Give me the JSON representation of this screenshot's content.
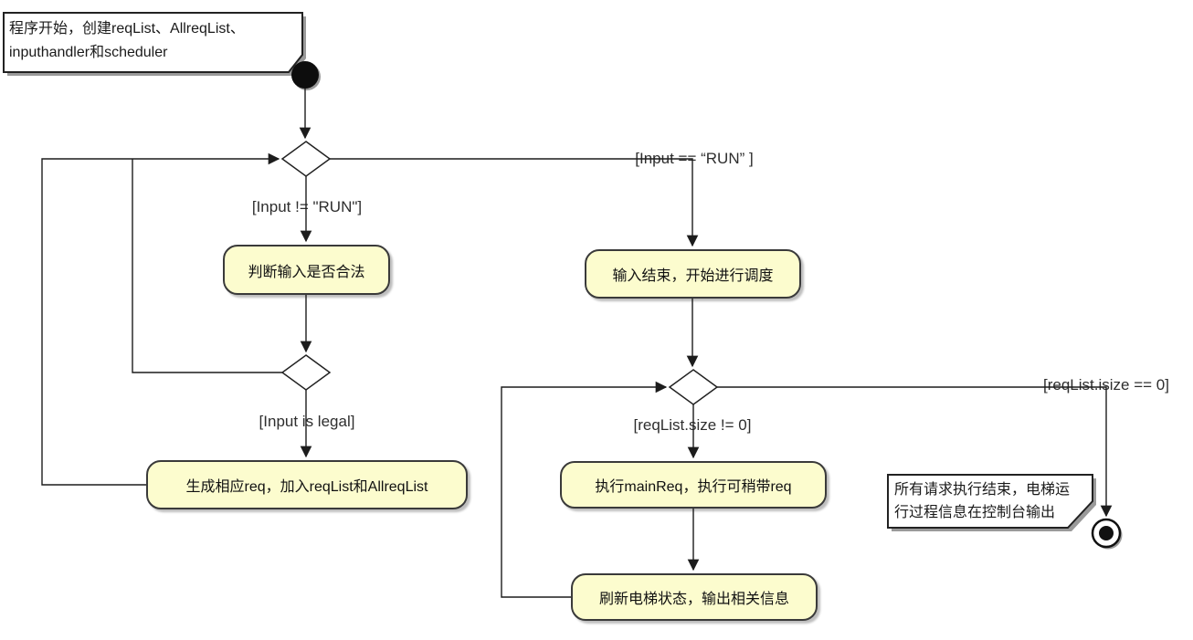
{
  "diagram": {
    "type": "uml-activity-diagram",
    "background": "#FFFFFF",
    "colors": {
      "activity_fill": "#FCFCCE",
      "activity_border": "#3A3A3A",
      "note_fill": "#FFFFFF",
      "line": "#1C1C1C",
      "text": "#1A1A1A"
    },
    "notes": {
      "start": {
        "line1": "程序开始，创建reqList、AllreqList、",
        "line2": "inputhandler和scheduler"
      },
      "end": {
        "line1": "所有请求执行结束，电梯运",
        "line2": "行过程信息在控制台输出"
      }
    },
    "activities": {
      "check_input": "判断输入是否合法",
      "begin_schedule": "输入结束，开始进行调度",
      "generate_req": "生成相应req，加入reqList和AllreqList",
      "exec_main_req": "执行mainReq，执行可稍带req",
      "refresh_elevator": "刷新电梯状态，输出相关信息"
    },
    "guards": {
      "input_not_run": "[Input != \"RUN\"]",
      "input_is_run": "[Input == “RUN” ]",
      "input_is_legal": "[Input is legal]",
      "reqlist_not_empty": "[reqList.size != 0]",
      "reqlist_empty": "[reqList.isize == 0]"
    }
  }
}
